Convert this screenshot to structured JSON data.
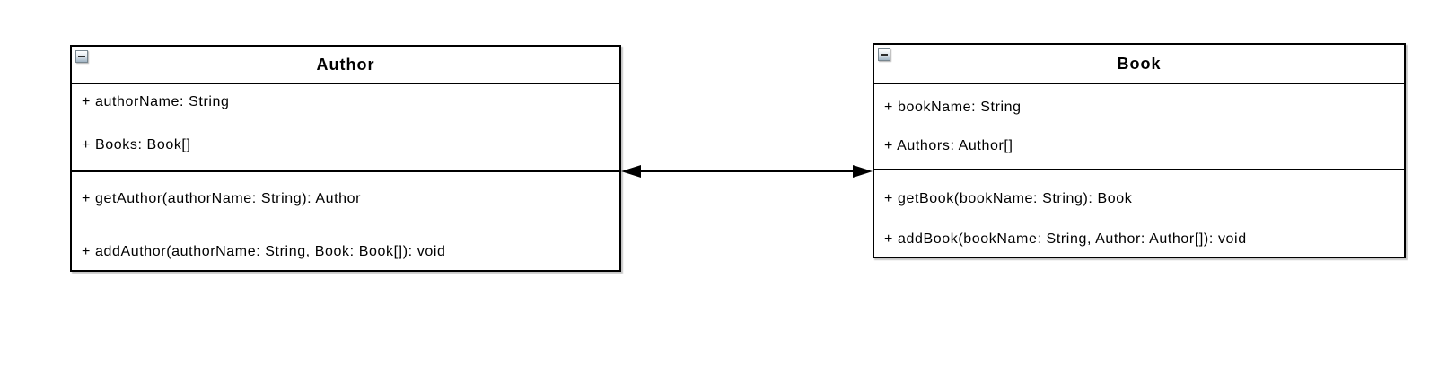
{
  "diagram": {
    "type": "uml-class-diagram",
    "canvas_background": "#ffffff",
    "stroke_color": "#000000",
    "text_color": "#000000",
    "collapse_icon_glyph": "−",
    "classes": [
      {
        "name": "Author",
        "collapse_icon": "minus-icon",
        "attributes": [
          "+ authorName: String",
          "+ Books: Book[]"
        ],
        "methods": [
          "+ getAuthor(authorName: String): Author",
          "+ addAuthor(authorName: String, Book: Book[]): void"
        ]
      },
      {
        "name": "Book",
        "collapse_icon": "minus-icon",
        "attributes": [
          "+ bookName: String",
          "+ Authors: Author[]"
        ],
        "methods": [
          "+ getBook(bookName: String): Book",
          "+ addBook(bookName: String, Author: Author[]): void"
        ]
      }
    ],
    "associations": [
      {
        "from": "Author",
        "to": "Book",
        "style": "solid-line",
        "arrowheads": "filled-triangle-both-ends",
        "direction": "bidirectional"
      }
    ]
  }
}
